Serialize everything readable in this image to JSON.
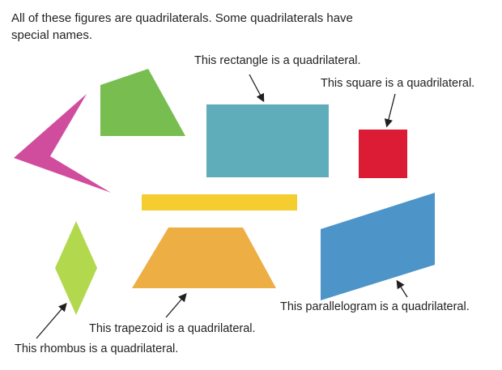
{
  "intro": "All of these figures are quadrilaterals. Some quadrilaterals have special names.",
  "labels": {
    "rectangle": "This rectangle is a quadrilateral.",
    "square": "This square is a quadrilateral.",
    "parallelogram": "This parallelogram is a quadrilateral.",
    "trapezoid": "This trapezoid is a quadrilateral.",
    "rhombus": "This rhombus is a quadrilateral."
  },
  "colors": {
    "dart": "#d04d9e",
    "quad": "#77bd4f",
    "rectangle": "#5fadbb",
    "square": "#dc1c35",
    "bar": "#f5cd31",
    "rhombus": "#b2d94e",
    "trapezoid": "#edae44",
    "parallelogram": "#4d94c8"
  }
}
